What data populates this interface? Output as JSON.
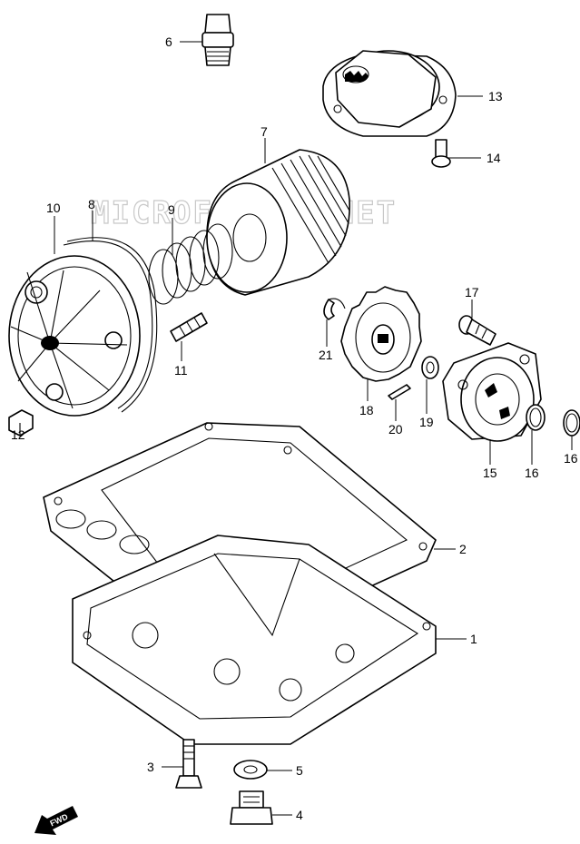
{
  "watermark": "MICROFICHES.NET",
  "fwd_label": "FWD",
  "callouts": {
    "c1": "1",
    "c2": "2",
    "c3": "3",
    "c4": "4",
    "c5": "5",
    "c6": "6",
    "c7": "7",
    "c8": "8",
    "c9": "9",
    "c10": "10",
    "c11": "11",
    "c12": "12",
    "c13": "13",
    "c14": "14",
    "c15": "15",
    "c16a": "16",
    "c16b": "16",
    "c17": "17",
    "c18": "18",
    "c19": "19",
    "c20": "20",
    "c21": "21"
  }
}
